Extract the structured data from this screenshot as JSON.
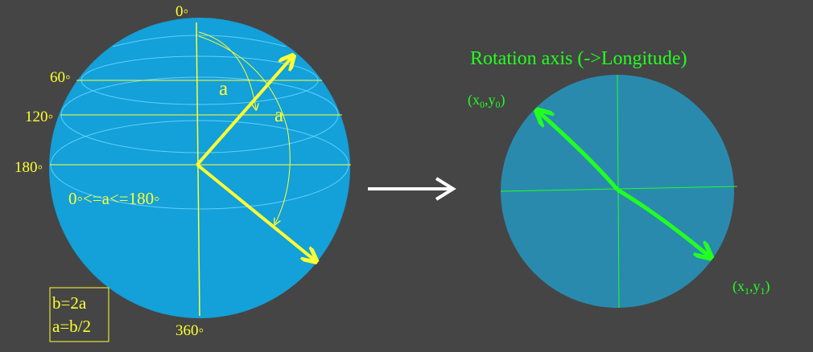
{
  "left_diagram": {
    "labels": {
      "deg_0": "0◦",
      "deg_60": "60◦",
      "deg_120": "120◦",
      "deg_180": "180◦",
      "deg_360": "360◦",
      "angle_a_inner": "a",
      "angle_a_outer": "a",
      "range": "0◦<=a<=180◦"
    },
    "formula_box": {
      "line1": "b=2a",
      "line2": "a=b/2"
    }
  },
  "right_diagram": {
    "title": "Rotation axis (->Longitude)",
    "point0": {
      "x_base": "(x",
      "x_sub": "0",
      "comma": ",y",
      "y_sub": "0",
      "close": ")"
    },
    "point1": {
      "x_base": "(x",
      "x_sub": "1",
      "comma": ",y",
      "y_sub": "1",
      "close": ")"
    }
  },
  "colors": {
    "background": "#454545",
    "sphere": "#14a0d8",
    "disc": "#2a8aad",
    "yellow": "#ffff33",
    "green": "#22ff22",
    "arrow": "#ffffff"
  }
}
